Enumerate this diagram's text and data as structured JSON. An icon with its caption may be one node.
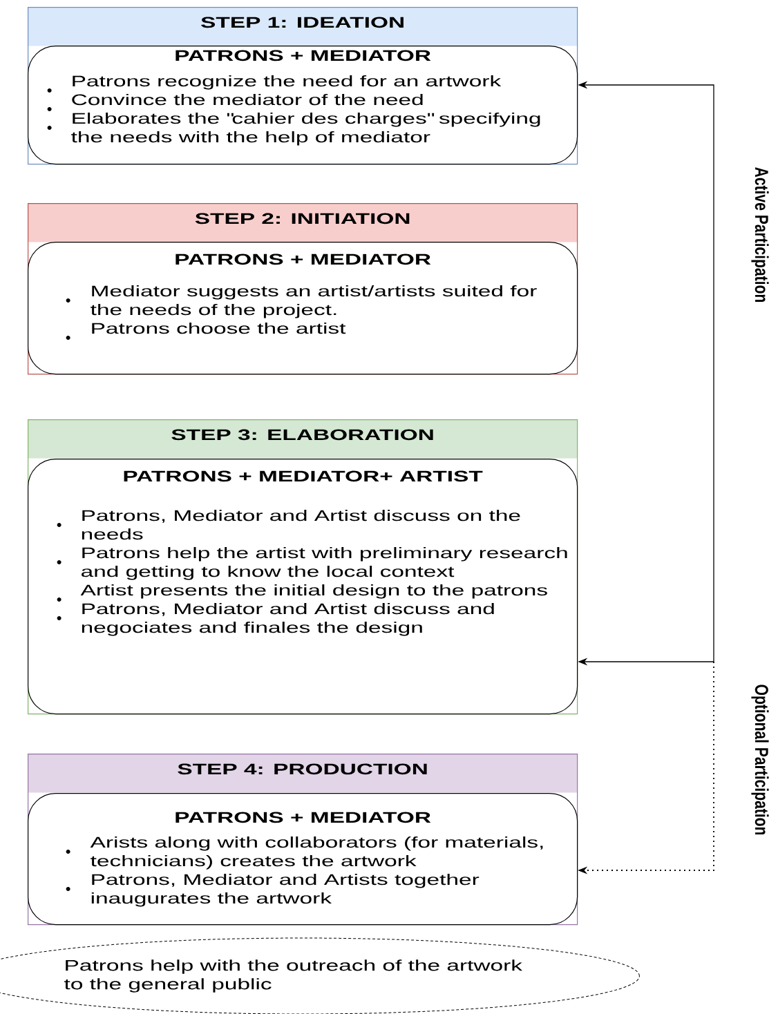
{
  "diagram": {
    "nodes": [
      {
        "text": [
          "STEP 1: IDEATION"
        ]
      },
      {
        "text": [
          "PATRONS + MEDIATOR",
          "Patrons recognize the need for an artwork",
          "Convince the mediator of the need",
          "Elaborates the \"cahier des charges\" specifying the needs with the help of mediator"
        ],
        "in": 0
      },
      {
        "text": [
          "STEP 2: INITIATION"
        ]
      },
      {
        "text": [
          "PATRONS + MEDIATOR",
          "Mediator suggests an artist/artists suited for the needs of the project.",
          "Patrons choose the artist"
        ],
        "in": 2
      },
      {
        "text": [
          "STEP 3: ELABORATION"
        ]
      },
      {
        "text": [
          "PATRONS + MEDIATOR+ ARTIST",
          "Patrons, Mediator and Artist discuss on the needs",
          "Patrons help the artist with preliminary research and getting to know the local context",
          "Artist presents the initial design to the patrons",
          "Patrons, Mediator and Artist discuss and negociates and finales the design"
        ],
        "in": 4
      },
      {
        "text": [
          "STEP 4: PRODUCTION"
        ]
      },
      {
        "text": [
          "PATRONS + MEDIATOR",
          "Arists along with collaborators (for materials, technicians) creates the artwork",
          "Patrons, Mediator and Artists together inaugurates the artwork"
        ],
        "in": 6
      },
      {
        "text": [
          "Patrons help with the outreach of the artwork to the general public"
        ]
      }
    ],
    "edges": [
      {
        "from": 1,
        "to": 5,
        "arrow": "both"
      },
      {
        "from": null,
        "to": 7,
        "arrow": "to",
        "style": "dashed"
      }
    ],
    "labels": [
      "Active Participation",
      "Optional Participation"
    ]
  }
}
